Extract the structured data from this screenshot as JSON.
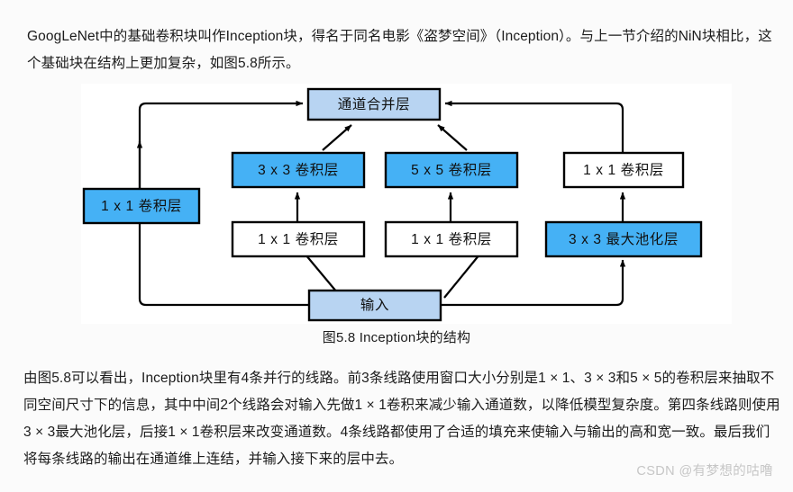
{
  "page": {
    "background_color": "#fbfbfb",
    "figure_background_color": "#ffffff"
  },
  "intro_paragraph": "GoogLeNet中的基础卷积块叫作Inception块，得名于同名电影《盗梦空间》（Inception）。与上一节介绍的NiN块相比，这个基础块在结构上更加复杂，如图5.8所示。",
  "figure": {
    "caption": "图5.8 Inception块的结构",
    "colors": {
      "accent_blue": "#45b1f5",
      "light_blue": "#b8d4f2",
      "white": "#ffffff",
      "stroke": "#000000"
    },
    "nodes": [
      {
        "id": "concat",
        "label": "通道合并层",
        "fill": "light_blue"
      },
      {
        "id": "conv1x1_a",
        "label": "1 x 1 卷积层",
        "fill": "accent_blue"
      },
      {
        "id": "conv3x3",
        "label": "3 x 3 卷积层",
        "fill": "accent_blue"
      },
      {
        "id": "conv5x5",
        "label": "5 x 5 卷积层",
        "fill": "accent_blue"
      },
      {
        "id": "conv1x1_d",
        "label": "1 x 1 卷积层",
        "fill": "white"
      },
      {
        "id": "conv1x1_b",
        "label": "1 x 1 卷积层",
        "fill": "white"
      },
      {
        "id": "conv1x1_c",
        "label": "1 x 1 卷积层",
        "fill": "white"
      },
      {
        "id": "maxpool",
        "label": "3 x 3 最大池化层",
        "fill": "accent_blue"
      },
      {
        "id": "input",
        "label": "输入",
        "fill": "light_blue"
      }
    ]
  },
  "body_paragraph": "由图5.8可以看出，Inception块里有4条并行的线路。前3条线路使用窗口大小分别是1 × 1、3 × 3和5 × 5的卷积层来抽取不同空间尺寸下的信息，其中中间2个线路会对输入先做1 × 1卷积来减少输入通道数，以降低模型复杂度。第四条线路则使用3 × 3最大池化层，后接1 × 1卷积层来改变通道数。4条线路都使用了合适的填充来使输入与输出的高和宽一致。最后我们将每条线路的输出在通道维上连结，并输入接下来的层中去。",
  "watermark": "CSDN @有梦想的咕噜"
}
